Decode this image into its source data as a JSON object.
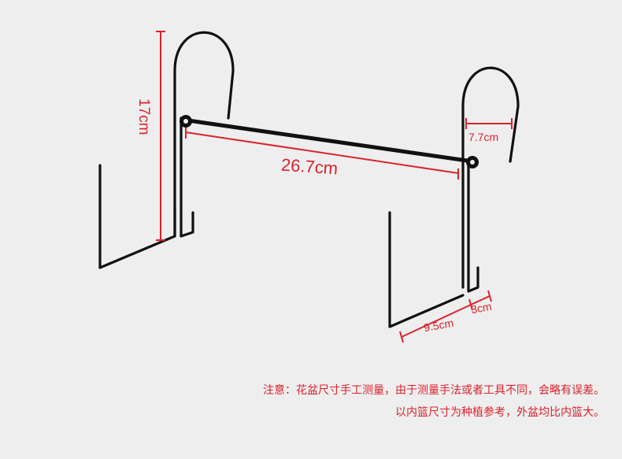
{
  "dimensions": {
    "height": "17cm",
    "length": "26.7cm",
    "hook_width": "7.7cm",
    "base_depth": "9.5cm",
    "lip_depth": "3cm"
  },
  "notes": {
    "line1": "注意：花盆尺寸手工测量，由于测量手法或者工具不同，会略有误差。",
    "line2": "以内篮尺寸为种植参考，外盆均比内篮大。"
  },
  "colors": {
    "background": "#eeeeef",
    "wire": "#111111",
    "dimension": "#d9232b"
  }
}
